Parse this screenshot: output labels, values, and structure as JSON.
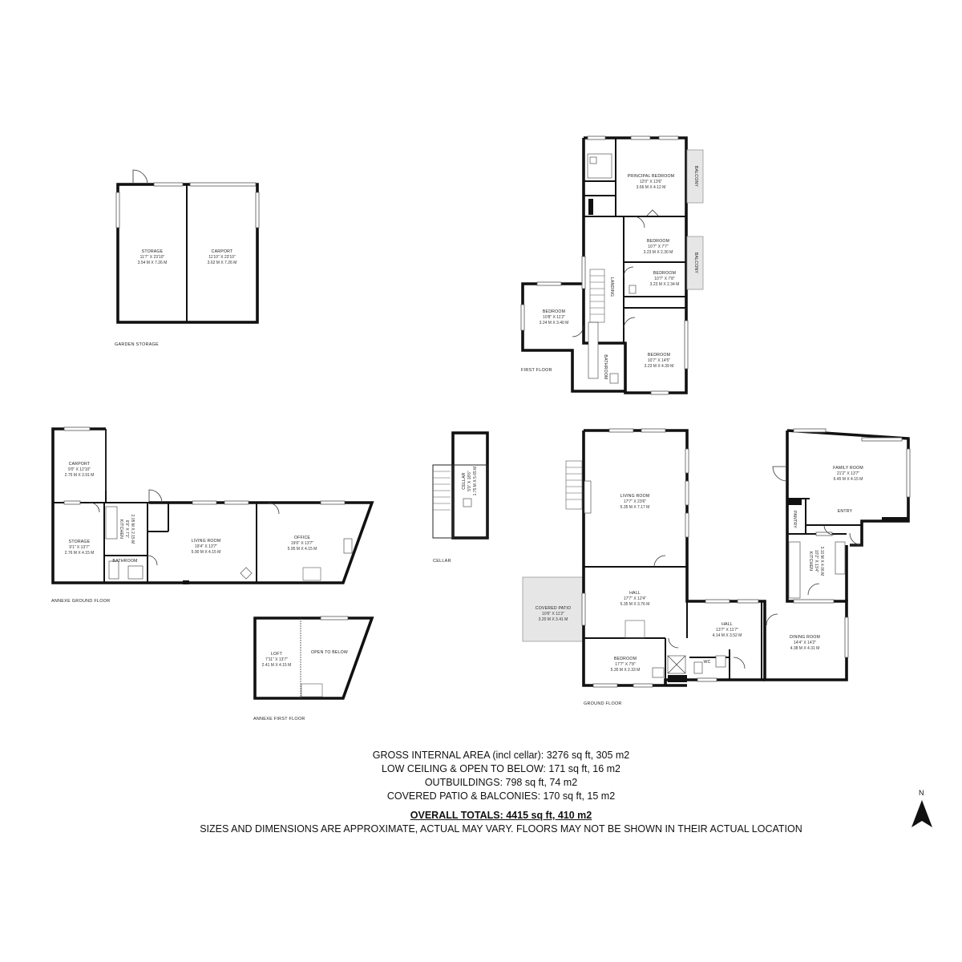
{
  "rooms": {
    "storage_gs": {
      "name": "STORAGE",
      "imperial": "11'7\" X 23'10\"",
      "metric": "3.54 M X 7.26 M"
    },
    "carport_gs": {
      "name": "CARPORT",
      "imperial": "11'10\" X 23'10\"",
      "metric": "3.62 M X 7.26 M"
    },
    "principal_bedroom": {
      "name": "PRINCIPAL BEDROOM",
      "imperial": "12'0\" X 13'6\"",
      "metric": "3.66 M X 4.12 M"
    },
    "bedroom_ff2": {
      "name": "BEDROOM",
      "imperial": "10'7\" X 7'7\"",
      "metric": "3.23 M X 2.30 M"
    },
    "bedroom_ff3": {
      "name": "BEDROOM",
      "imperial": "10'7\" X 7'8\"",
      "metric": "3.23 M X 2.34 M"
    },
    "bedroom_ff4": {
      "name": "BEDROOM",
      "imperial": "10'8\" X 11'2\"",
      "metric": "3.24 M X 3.40 M"
    },
    "bedroom_ff5": {
      "name": "BEDROOM",
      "imperial": "10'7\" X 14'5\"",
      "metric": "3.23 M X 4.39 M"
    },
    "carport_ag": {
      "name": "CARPORT",
      "imperial": "9'0\" X 12'10\"",
      "metric": "2.75 M X 3.91 M"
    },
    "storage_ag": {
      "name": "STORAGE",
      "imperial": "9'1\" X 13'7\"",
      "metric": "2.76 M X 4.15 M"
    },
    "kitchen_ag": {
      "name": "KITCHEN",
      "imperial": "6'9\" X 7'1\"",
      "metric": "2.05 M X 2.15 M"
    },
    "living_ag": {
      "name": "LIVING ROOM",
      "imperial": "19'4\" X 13'7\"",
      "metric": "5.90 M X 4.15 M"
    },
    "office_ag": {
      "name": "OFFICE",
      "imperial": "19'6\" X 13'7\"",
      "metric": "5.95 M X 4.15 M"
    },
    "cellar": {
      "name": "CELLAR",
      "imperial": "5'9\" X 18'6\"",
      "metric": "1.75 M X 5.65 M"
    },
    "loft": {
      "name": "LOFT",
      "imperial": "7'11\" X 13'7\"",
      "metric": "2.41 M X 4.15 M"
    },
    "living_gf": {
      "name": "LIVING ROOM",
      "imperial": "17'7\" X 23'6\"",
      "metric": "5.35 M X 7.17 M"
    },
    "family_gf": {
      "name": "FAMILY ROOM",
      "imperial": "21'2\" X 13'7\"",
      "metric": "6.45 M X 4.15 M"
    },
    "kitchen_gf": {
      "name": "KITCHEN",
      "imperial": "10'2\" X 13'4\"",
      "metric": "3.10 M X 4.06 M"
    },
    "covered_patio": {
      "name": "COVERED PATIO",
      "imperial": "10'6\" X 11'2\"",
      "metric": "3.20 M X 3.41 M"
    },
    "hall_gf1": {
      "name": "HALL",
      "imperial": "17'7\" X 12'4\"",
      "metric": "5.35 M X 3.76 M"
    },
    "hall_gf2": {
      "name": "HALL",
      "imperial": "13'7\" X 11'7\"",
      "metric": "4.14 M X 3.52 M"
    },
    "dining_gf": {
      "name": "DINING ROOM",
      "imperial": "14'4\" X 14'2\"",
      "metric": "4.38 M X 4.31 M"
    },
    "bedroom_gf": {
      "name": "BEDROOM",
      "imperial": "17'7\" X 7'8\"",
      "metric": "5.35 M X 2.33 M"
    }
  },
  "small_labels": {
    "balcony": "BALCONY",
    "landing": "LANDING",
    "bathroom": "BATHROOM",
    "open_to_below": "OPEN TO BELOW",
    "pantry": "PANTRY",
    "entry": "ENTRY",
    "wc": "WC"
  },
  "floor_labels": {
    "garden_storage": "GARDEN STORAGE",
    "first_floor": "FIRST FLOOR",
    "annexe_ground_floor": "ANNEXE GROUND FLOOR",
    "cellar": "CELLAR",
    "annexe_first_floor": "ANNEXE FIRST FLOOR",
    "ground_floor": "GROUND FLOOR"
  },
  "summary": {
    "gross": "GROSS INTERNAL AREA (incl cellar): 3276 sq ft, 305 m2",
    "low_ceiling": "LOW CEILING & OPEN TO BELOW: 171 sq ft, 16 m2",
    "outbuildings": "OUTBUILDINGS: 798 sq ft, 74 m2",
    "patio": "COVERED PATIO & BALCONIES: 170 sq ft, 15 m2",
    "totals": "OVERALL TOTALS: 4415 sq ft, 410 m2",
    "disclaimer": "SIZES AND DIMENSIONS ARE APPROXIMATE, ACTUAL MAY VARY.  FLOORS MAY NOT BE SHOWN IN THEIR ACTUAL LOCATION"
  },
  "compass": {
    "label": "N",
    "icon": "north-arrow-icon"
  }
}
